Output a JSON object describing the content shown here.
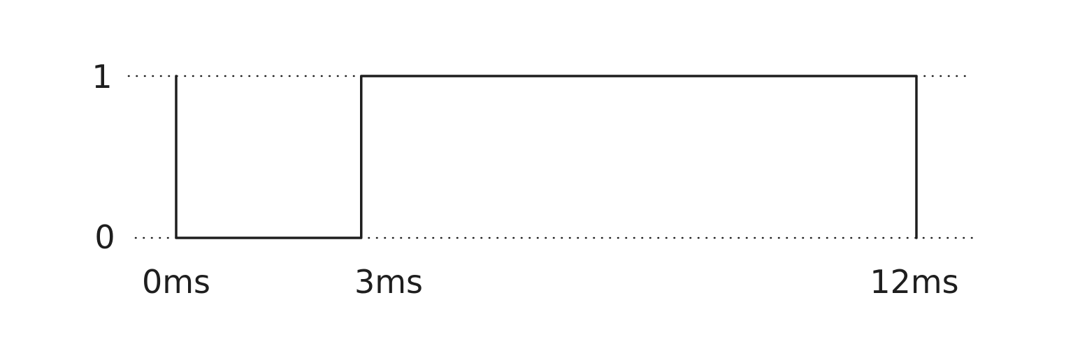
{
  "levels": [
    {
      "label": "1",
      "value": 1
    },
    {
      "label": "0",
      "value": 0
    }
  ],
  "times": [
    {
      "label": "0ms",
      "value": 0
    },
    {
      "label": "3ms",
      "value": 3
    },
    {
      "label": "12ms",
      "value": 12
    }
  ],
  "signal": [
    {
      "from": 0,
      "to": 3,
      "level": 0
    },
    {
      "from": 3,
      "to": 12,
      "level": 1
    }
  ],
  "colors": {
    "ink": "#1e1e1e",
    "background": "#ffffff"
  }
}
